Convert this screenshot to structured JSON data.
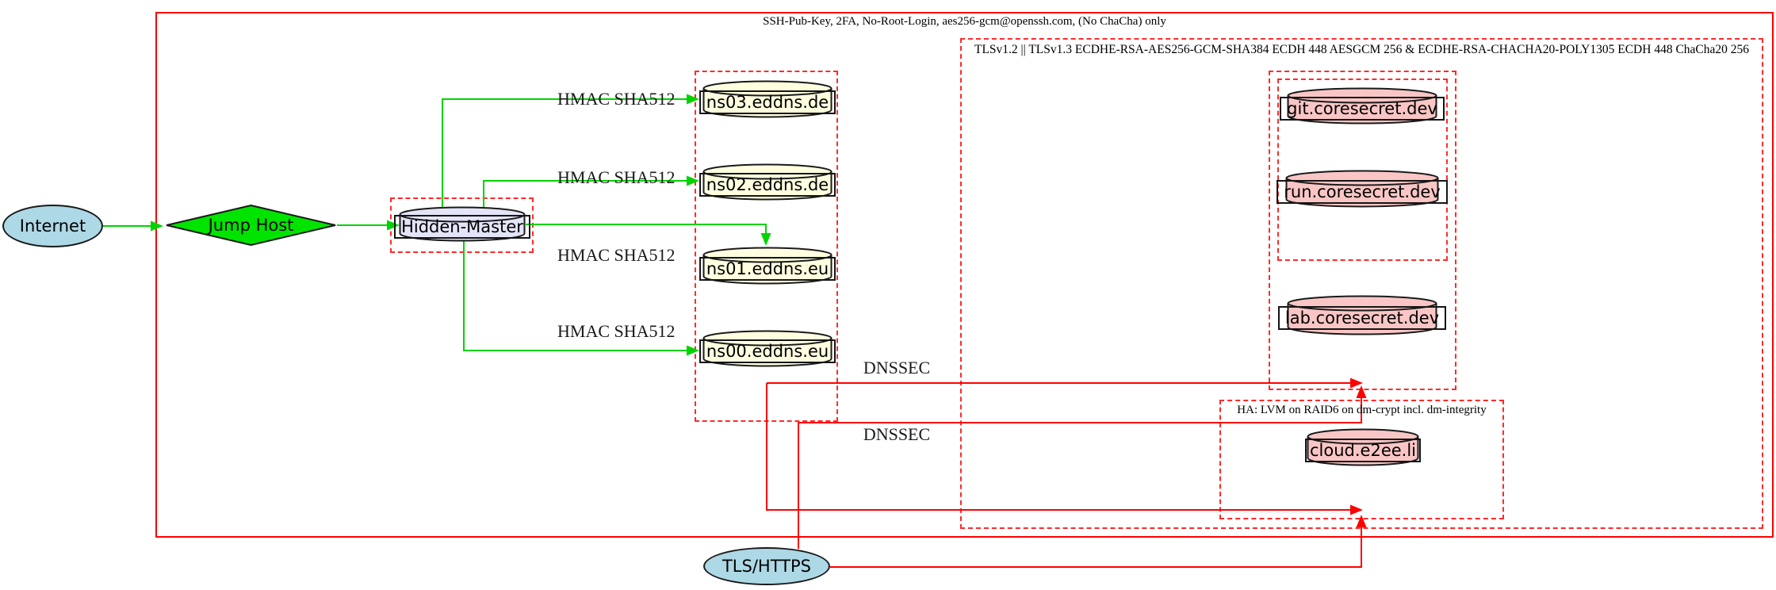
{
  "diagram": {
    "clusters": {
      "ssh": {
        "label": "SSH-Pub-Key, 2FA, No-Root-Login, aes256-gcm@openssh.com, (No ChaCha) only"
      },
      "tls": {
        "label": "TLSv1.2 || TLSv1.3 ECDHE-RSA-AES256-GCM-SHA384 ECDH 448 AESGCM 256 & ECDHE-RSA-CHACHA20-POLY1305 ECDH 448 ChaCha20 256"
      },
      "ha": {
        "label": "HA: LVM on RAID6 on dm-crypt incl. dm-integrity"
      }
    },
    "nodes": {
      "internet": "Internet",
      "jump_host": "Jump Host",
      "hidden_master": "Hidden-Master",
      "ns03": "ns03.eddns.de",
      "ns02": "ns02.eddns.de",
      "ns01": "ns01.eddns.eu",
      "ns00": "ns00.eddns.eu",
      "git": "git.coresecret.dev",
      "run": "run.coresecret.dev",
      "lab": "lab.coresecret.dev",
      "cloud": "cloud.e2ee.li",
      "tls_https": "TLS/HTTPS"
    },
    "edge_labels": {
      "hmac": "HMAC SHA512",
      "dnssec": "DNSSEC"
    },
    "colors": {
      "green_edge": "#00d400",
      "green_fill": "#00e400",
      "red_edge": "#ff0000",
      "box_solid": "#ff0000",
      "box_dashed": "#ff2a2a",
      "lightblue": "#add8e6",
      "lavender": "#e4e4f8",
      "lightyellow": "#ffffe0",
      "pink": "#f9c6c5",
      "stroke": "#1a1a1a"
    }
  }
}
